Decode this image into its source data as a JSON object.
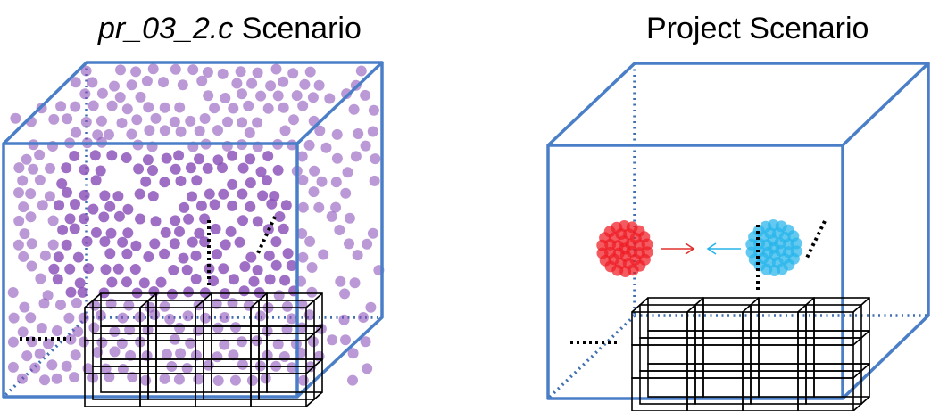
{
  "left_panel": {
    "title_file": "pr_03_2.c",
    "title_word": "Scenario",
    "particle_color": "#8a4fb8"
  },
  "right_panel": {
    "title": "Project Scenario",
    "cluster_a_color": "#ee1c24",
    "cluster_b_color": "#27b4ea",
    "arrow_a_color": "#e0322f",
    "arrow_b_color": "#27b4ea"
  },
  "colors": {
    "box_edge": "#4a7fc8",
    "hidden_edge": "#3f6fb0",
    "grid": "#000000"
  }
}
